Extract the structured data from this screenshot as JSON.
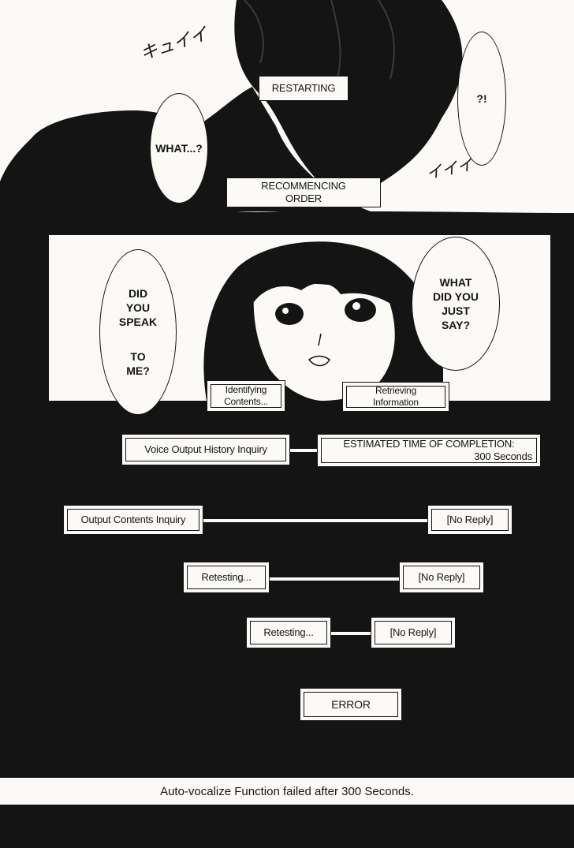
{
  "panel1": {
    "sfx_top": "キュイイ",
    "sfx_side": "イイイ",
    "box_restarting": "RESTARTING",
    "box_recommencing_line1": "RECOMMENCING",
    "box_recommencing_line2": "ORDER",
    "bubble_what": "WHAT...?",
    "bubble_exclaim": "?!"
  },
  "panel2": {
    "bubble_left_line1": "DID",
    "bubble_left_line2": "YOU",
    "bubble_left_line3": "SPEAK",
    "bubble_left_line4": "TO",
    "bubble_left_line5": "ME?",
    "bubble_right_line1": "WHAT",
    "bubble_right_line2": "DID YOU",
    "bubble_right_line3": "JUST",
    "bubble_right_line4": "SAY?",
    "box_identifying_line1": "Identifying",
    "box_identifying_line2": "Contents...",
    "box_retrieving_line1": "Retrieving",
    "box_retrieving_line2": "Information"
  },
  "diagram": {
    "voice_history": "Voice Output History Inquiry",
    "estimated_line1": "ESTIMATED TIME OF COMPLETION:",
    "estimated_line2": "300 Seconds",
    "output_contents": "Output Contents Inquiry",
    "no_reply_1": "[No Reply]",
    "retesting_1": "Retesting...",
    "no_reply_2": "[No Reply]",
    "retesting_2": "Retesting...",
    "no_reply_3": "[No Reply]",
    "error": "ERROR"
  },
  "caption": "Auto-vocalize Function failed after 300 Seconds."
}
